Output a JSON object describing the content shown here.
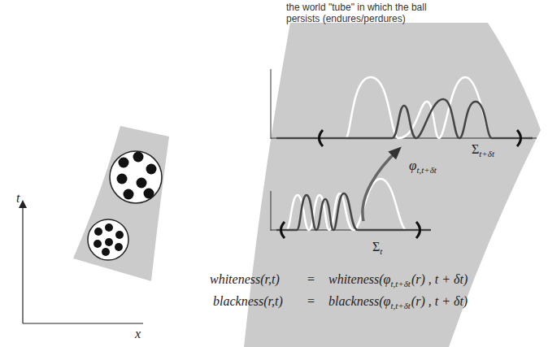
{
  "diagram": {
    "labels": [
      "the world \"tube\" in which the ball persists (endures/perdures)",
      "t",
      "x",
      "Σ",
      "t+δt",
      "φ",
      "t,t+δt",
      "Σ",
      "t",
      "whiteness(r,t)",
      "=",
      "whiteness(φ",
      "t,t+δt",
      "(r) , t + δt)",
      "blackness(r,t)",
      "=",
      "blackness(φ",
      "t,t+δt",
      "(r) , t + δt)"
    ]
  }
}
